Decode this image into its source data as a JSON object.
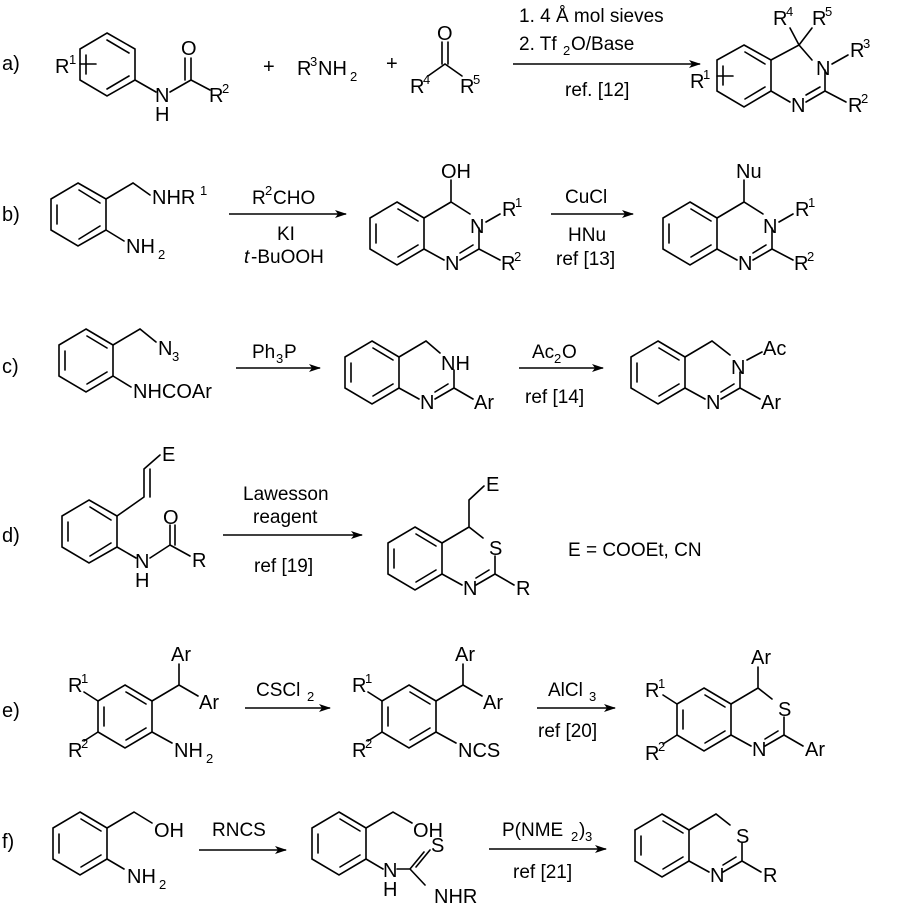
{
  "figure": {
    "type": "reaction-scheme",
    "schemes": [
      {
        "label": "a)",
        "reactants": [
          "N-aryl amide (R1-aryl, R2)",
          "R3NH2",
          "ketone R4C(O)R5"
        ],
        "plus": "+",
        "conditions_above": [
          "1.  4 Å mol sieves",
          "2. Tf2O/Base"
        ],
        "conditions_below": [
          "ref. [12]"
        ],
        "product": "3,4-dihydroquinazoline (R1..R5)"
      },
      {
        "label": "b)",
        "reactants": [
          "2-aminobenzyl amine (NHR1, NH2)"
        ],
        "step1_above": [
          "R2CHO"
        ],
        "step1_below": [
          "KI",
          "t-BuOOH"
        ],
        "intermediate": "4-hydroxy-3,4-dihydroquinazoline",
        "step2_above": [
          "CuCl"
        ],
        "step2_below": [
          "HNu",
          "ref [13]"
        ],
        "product": "4-Nu-3,4-dihydroquinazoline"
      },
      {
        "label": "c)",
        "reactants": [
          "2-azidomethyl anilide (N3, NHCOAr)"
        ],
        "step1_above": [
          "Ph3P"
        ],
        "intermediate": "2-aryl-3,4-dihydroquinazoline (NH)",
        "step2_above": [
          "Ac2O"
        ],
        "step2_below": [
          "ref [14]"
        ],
        "product": "N-acetyl-2-aryl-3,4-dihydroquinazoline"
      },
      {
        "label": "d)",
        "reactants": [
          "2-vinyl anilide (E, R)"
        ],
        "conditions_above": [
          "Lawesson",
          "reagent"
        ],
        "conditions_below": [
          "ref [19]"
        ],
        "product": "4H-3,1-benzothiazine (CH2E, R)",
        "note": "E = COOEt, CN"
      },
      {
        "label": "e)",
        "reactants": [
          "2-(diarylmethyl)aniline (R1, R2)"
        ],
        "step1_above": [
          "CSCl2"
        ],
        "intermediate": "isothiocyanate (NCS)",
        "step2_above": [
          "AlCl3"
        ],
        "step2_below": [
          "ref [20]"
        ],
        "product": "4-aryl-2-aryl-4H-3,1-benzothiazine"
      },
      {
        "label": "f)",
        "reactants": [
          "2-aminobenzyl alcohol (OH, NH2)"
        ],
        "step1_above": [
          "RNCS"
        ],
        "intermediate": "thiourea (OH, NH-C(=S)-NHR)",
        "step2_above": [
          "P(NME2)3"
        ],
        "step2_below": [
          "ref [21]"
        ],
        "product": "2-R-4H-3,1-benzothiazine"
      }
    ]
  },
  "txt": {
    "a_label": "a)",
    "b_label": "b)",
    "c_label": "c)",
    "d_label": "d)",
    "e_label": "e)",
    "f_label": "f)",
    "R": "R",
    "O": "O",
    "N": "N",
    "H": "H",
    "S": "S",
    "E": "E",
    "Ar": "Ar",
    "Nu": "Nu",
    "OH": "OH",
    "n1": "1",
    "n2": "2",
    "n3": "3",
    "n4": "4",
    "n5": "5",
    "plus": "+",
    "NH2": "NH",
    "NHR": "NHR",
    "NHCOAr": "NHCOAr",
    "NH": "NH",
    "Ac": "Ac",
    "NCS": "NCS",
    "NHR_end": "NHR",
    "a_c1": "1.  4 Å mol sieves",
    "a_c2a": "2. Tf",
    "a_c2b": "O/Base",
    "a_ref": "ref. [12]",
    "b_c1a": "CHO",
    "b_c2": "KI",
    "b_c3a": "t",
    "b_c3b": "-BuOOH",
    "b_c4": "CuCl",
    "b_c5": "HNu",
    "b_ref": "ref [13]",
    "c_c1a": "Ph",
    "c_c1b": "P",
    "c_c2a": "Ac",
    "c_c2b": "O",
    "c_ref": "ref [14]",
    "d_c1": "Lawesson",
    "d_c2": "reagent",
    "d_ref": "ref [19]",
    "d_note": "E = COOEt, CN",
    "e_c1a": "CSCl",
    "e_c2a": "AlCl",
    "e_ref": "ref [20]",
    "f_c1": "RNCS",
    "f_c2a": "P(NME",
    "f_c2b": ")",
    "f_ref": "ref [21]"
  }
}
